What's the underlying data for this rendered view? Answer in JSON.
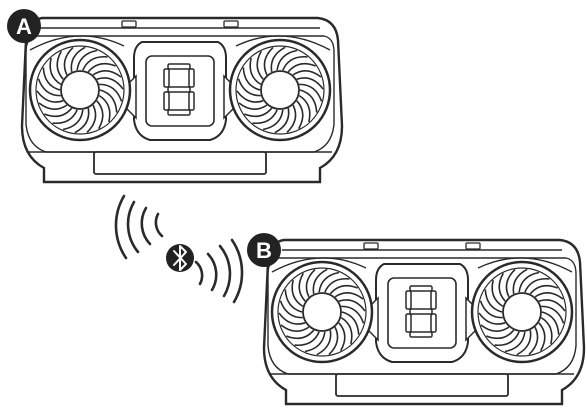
{
  "figure": {
    "speakers": [
      {
        "id": "speaker-a",
        "badge": "A"
      },
      {
        "id": "speaker-b",
        "badge": "B"
      }
    ],
    "link_icon": "bluetooth-icon",
    "wave_icon": "wireless-waves-icon",
    "colors": {
      "line": "#2a2a2a",
      "badge": "#222222",
      "fill": "#ffffff"
    }
  }
}
